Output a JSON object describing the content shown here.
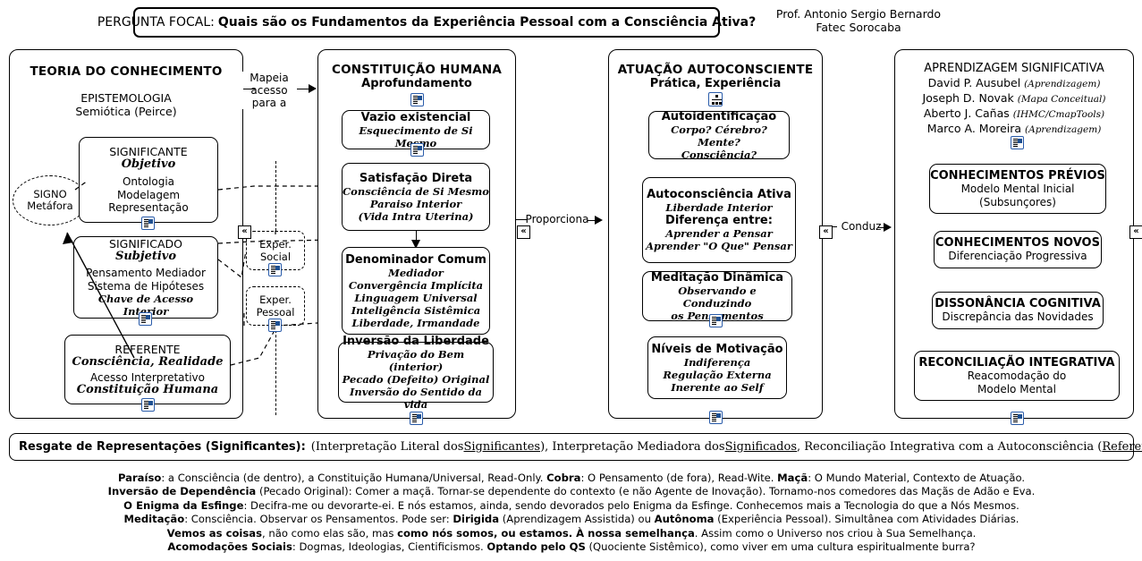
{
  "header": {
    "focal_label": "PERGUNTA FOCAL:",
    "focal_question": "Quais são os Fundamentos da Experiência Pessoal com a Consciência Ativa?",
    "author_name": "Prof. Antonio Sergio Bernardo",
    "author_org": "Fatec Sorocaba"
  },
  "panels": {
    "teoria": {
      "title": "TEORIA DO CONHECIMENTO",
      "sub1": "EPISTEMOLOGIA",
      "sub2": "Semiótica (Peirce)",
      "signo": {
        "l1": "SIGNO",
        "l2": "Metáfora"
      },
      "significante": {
        "head": "SIGNIFICANTE",
        "italic": "Objetivo",
        "l1": "Ontologia",
        "l2": "Modelagem",
        "l3": "Representação"
      },
      "significado": {
        "head": "SIGNIFICADO",
        "italic": "Subjetivo",
        "l1": "Pensamento Mediador",
        "l2": "Sistema de Hipóteses",
        "l3": "Chave de Acesso Interior"
      },
      "referente": {
        "head": "REFERENTE",
        "italic": "Consciência, Realidade",
        "l1": "Acesso Interpretativo",
        "l2": "Constituição Humana"
      }
    },
    "experiencias": {
      "social": {
        "l1": "Exper.",
        "l2": "Social"
      },
      "pessoal": {
        "l1": "Exper.",
        "l2": "Pessoal"
      }
    },
    "constituicao": {
      "title": "CONSTITUIÇÃO HUMANA",
      "sub": "Aprofundamento",
      "nodes": [
        {
          "head": "Vazio existencial",
          "lines": [
            "Esquecimento de Si Mesmo"
          ]
        },
        {
          "head": "Satisfação Direta",
          "lines": [
            "Consciência de Si Mesmo",
            "Paraiso Interior",
            "(Vida Intra Uterina)"
          ]
        },
        {
          "head": "Denominador Comum",
          "lines": [
            "Mediador",
            "Convergência Implícita",
            "Linguagem Universal",
            "Inteligência Sistêmica",
            "Liberdade, Irmandade"
          ]
        },
        {
          "head": "Inversão da Liberdade",
          "lines": [
            "Privação do Bem (interior)",
            "Pecado (Defeito) Original",
            "Inversão do Sentido da vida"
          ]
        }
      ]
    },
    "atuacao": {
      "title": "ATUAÇÃO AUTOCONSCIENTE",
      "sub": "Prática, Experiência",
      "nodes": [
        {
          "head": "Autoidentificação",
          "lines": [
            "Corpo? Cérebro? Mente?",
            "Consciência?"
          ]
        },
        {
          "head": "Autoconsciência Ativa",
          "lines": [
            "Liberdade Interior"
          ],
          "head2": "Diferença entre:",
          "lines2": [
            "Aprender a Pensar",
            "Aprender \"O Que\" Pensar"
          ]
        },
        {
          "head": "Meditação Dinâmica",
          "lines": [
            "Observando e Conduzindo",
            "os Pensamentos"
          ]
        },
        {
          "head": "Níveis de Motivação",
          "lines": [
            "Indiferença",
            "Regulação Externa",
            "Inerente ao Self"
          ]
        }
      ]
    },
    "aprendizagem": {
      "title": "APRENDIZAGEM SIGNIFICATIVA",
      "authors": [
        {
          "name": "David P. Ausubel",
          "note": "(Aprendizagem)"
        },
        {
          "name": "Joseph D. Novak",
          "note": "(Mapa Conceitual)"
        },
        {
          "name": "Aberto J. Cañas",
          "note": "(IHMC/CmapTools)"
        },
        {
          "name": "Marco A. Moreira",
          "note": "(Aprendizagem)"
        }
      ],
      "nodes": [
        {
          "head": "CONHECIMENTOS PRÉVIOS",
          "lines": [
            "Modelo Mental Inicial",
            "(Subsunçores)"
          ]
        },
        {
          "head": "CONHECIMENTOS NOVOS",
          "lines": [
            "Diferenciação Progressiva"
          ]
        },
        {
          "head": "DISSONÂNCIA COGNITIVA",
          "lines": [
            "Discrepância das Novidades"
          ]
        },
        {
          "head": "RECONCILIAÇÃO INTEGRATIVA",
          "lines": [
            "Reacomodação do",
            "Modelo Mental"
          ]
        }
      ]
    }
  },
  "links": {
    "mapeia": "Mapeia\nacesso\npara a",
    "mapeia_l1": "Mapeia",
    "mapeia_l2": "acesso",
    "mapeia_l3": "para a",
    "proporciona": "Proporciona",
    "conduz": "Conduz",
    "collapse_glyph": "«"
  },
  "resgate": {
    "label": "Resgate de Representações (Significantes):",
    "part1": "(Interpretação Literal dos ",
    "sig1": "Significantes",
    "part2": "), Interpretação Mediadora dos ",
    "sig2": "Significados",
    "part3": ", Reconciliação Integrativa com a Autoconsciência (",
    "sig3": "Referente",
    "part4": ")"
  },
  "notes": {
    "line1": [
      {
        "t": "Paraíso",
        "b": true
      },
      {
        "t": ": a Consciência (de dentro), a Constituição Humana/Universal, Read-Only.   ",
        "b": false
      },
      {
        "t": "Cobra",
        "b": true
      },
      {
        "t": ": O Pensamento (de fora), Read-Wite.   ",
        "b": false
      },
      {
        "t": "Maçã",
        "b": true
      },
      {
        "t": ": O Mundo Material, Contexto de Atuação.",
        "b": false
      }
    ],
    "line2": [
      {
        "t": "Inversão de Dependência",
        "b": true
      },
      {
        "t": " (Pecado Original): Comer a maçã. Tornar-se dependente do contexto (e não Agente de Inovação). Tornamo-nos comedores das Maçãs de Adão e Eva.",
        "b": false
      }
    ],
    "line3": [
      {
        "t": "O Enigma da Esfinge",
        "b": true
      },
      {
        "t": ": Decifra-me ou devorarte-ei. E nós estamos, ainda, sendo devorados pelo Enigma da Esfinge. Conhecemos mais a Tecnologia do que a Nós Mesmos.",
        "b": false
      }
    ],
    "line4": [
      {
        "t": "Meditação",
        "b": true
      },
      {
        "t": ": Consciência. Observar os Pensamentos. Pode ser: ",
        "b": false
      },
      {
        "t": "Dirigida",
        "b": true
      },
      {
        "t": " (Aprendizagem Assistida) ou ",
        "b": false
      },
      {
        "t": "Autônoma",
        "b": true
      },
      {
        "t": " (Experiência Pessoal). Simultânea com Atividades Diárias.",
        "b": false
      }
    ],
    "line5": [
      {
        "t": "Vemos as coisas",
        "b": true
      },
      {
        "t": ", não como elas são, mas ",
        "b": false
      },
      {
        "t": "como nós somos, ou estamos. À nossa semelhança",
        "b": true
      },
      {
        "t": ". Assim como o Universo nos criou à Sua Semelhança.",
        "b": false
      }
    ],
    "line6": [
      {
        "t": "Acomodações Sociais",
        "b": true
      },
      {
        "t": ": Dogmas, Ideologias, Cientificismos. ",
        "b": false
      },
      {
        "t": "Optando pelo QS",
        "b": true
      },
      {
        "t": " (Quociente Sistêmico), como viver em uma cultura espiritualmente burra?",
        "b": false
      }
    ]
  }
}
